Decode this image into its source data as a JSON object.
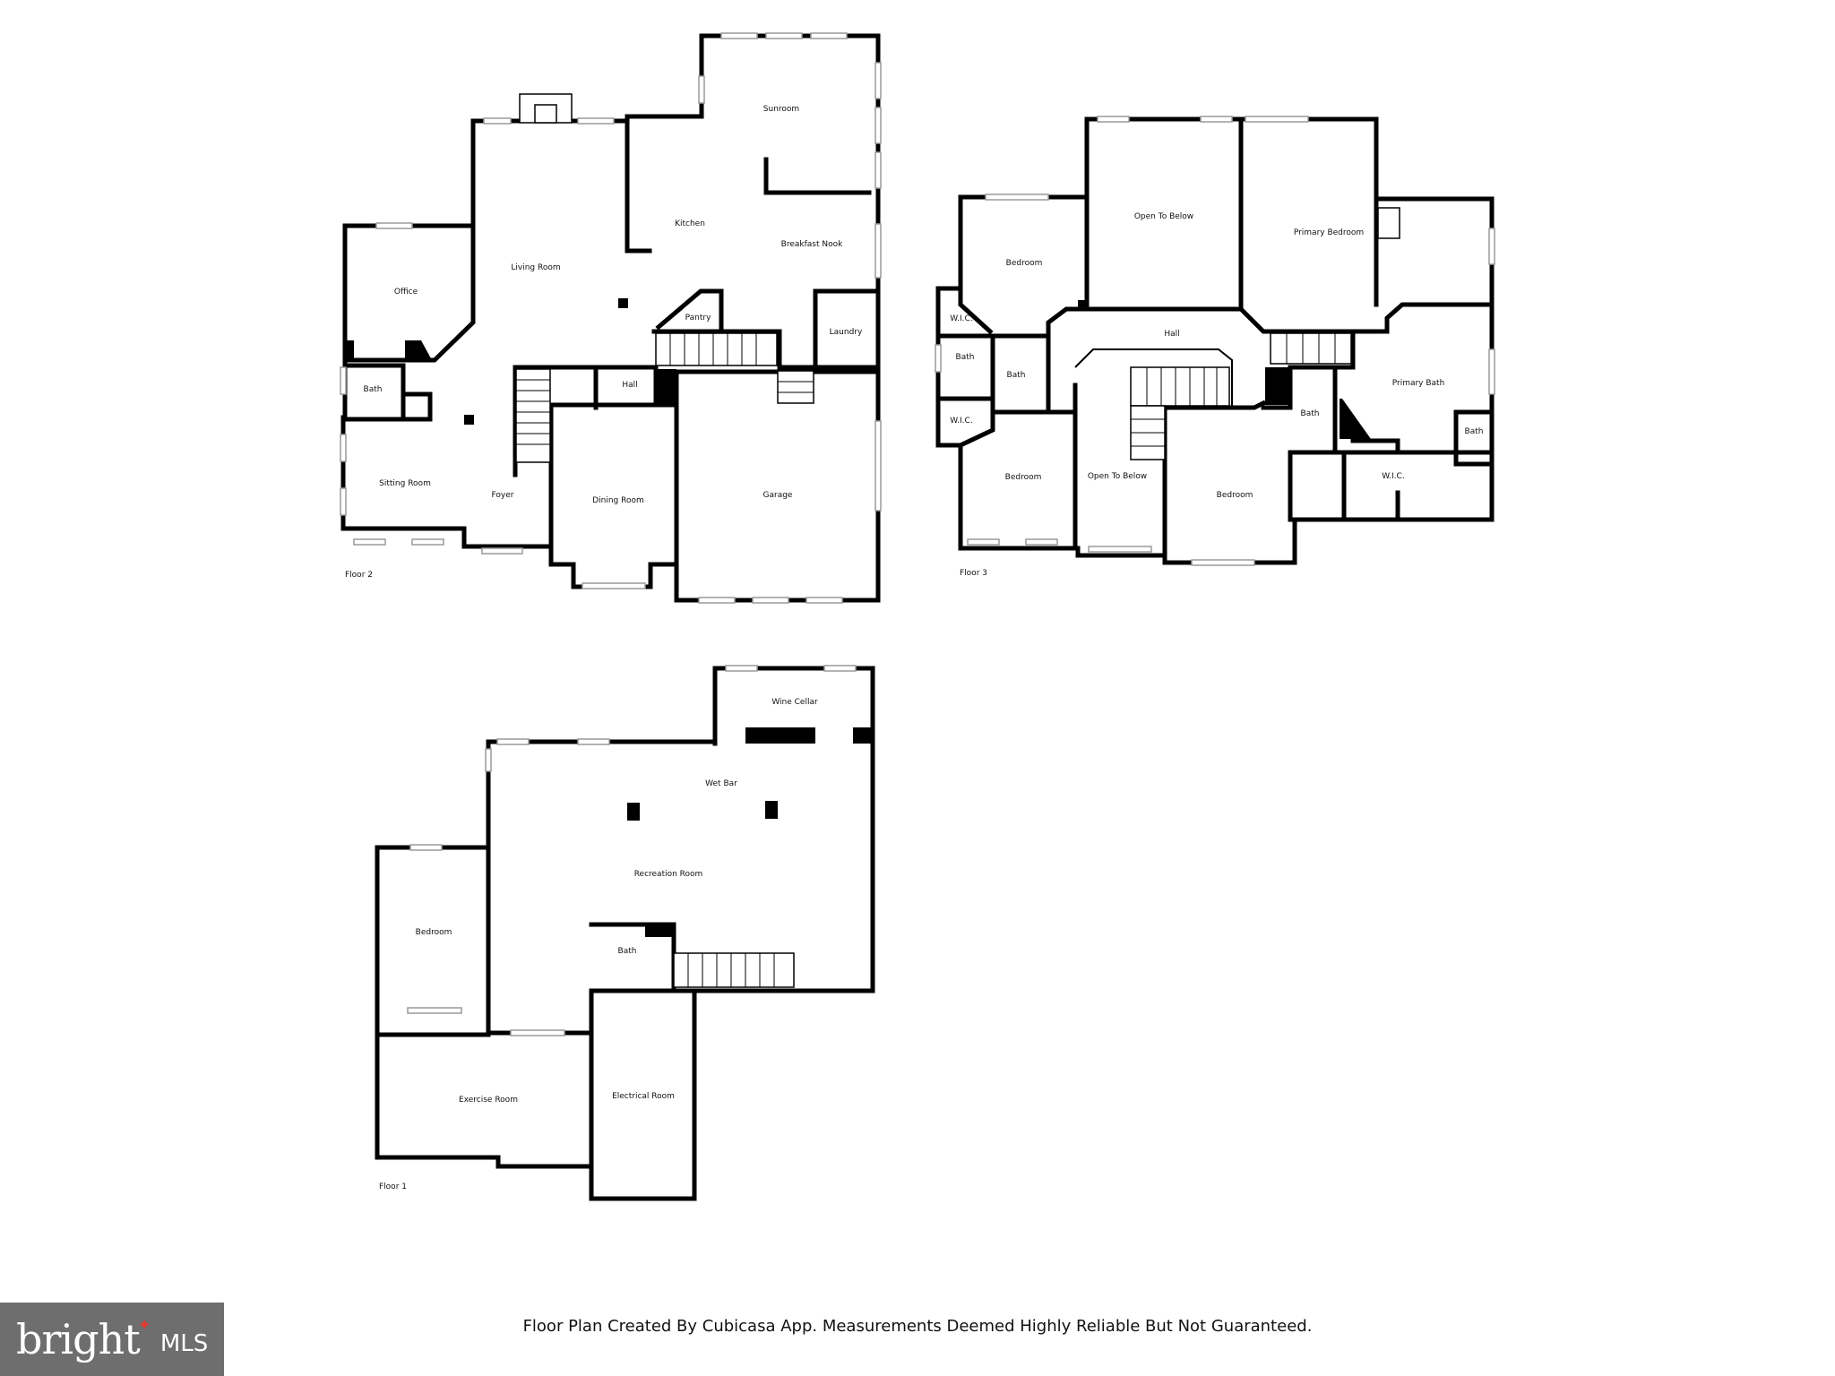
{
  "floors": {
    "floor2": {
      "label": "Floor 2",
      "rooms": {
        "sunroom": "Sunroom",
        "kitchen": "Kitchen",
        "breakfast_nook": "Breakfast Nook",
        "living_room": "Living Room",
        "office": "Office",
        "pantry": "Pantry",
        "laundry": "Laundry",
        "hall": "Hall",
        "bath": "Bath",
        "sitting_room": "Sitting Room",
        "foyer": "Foyer",
        "dining_room": "Dining Room",
        "garage": "Garage"
      }
    },
    "floor3": {
      "label": "Floor 3",
      "rooms": {
        "open_to_below_top": "Open To Below",
        "primary_bedroom": "Primary Bedroom",
        "bedroom_nw": "Bedroom",
        "wic_top": "W.I.C.",
        "hall": "Hall",
        "bath_left": "Bath",
        "bath_center": "Bath",
        "wic_bottom": "W.I.C.",
        "primary_bath": "Primary Bath",
        "bath_right": "Bath",
        "bath_small": "Bath",
        "bedroom_sw": "Bedroom",
        "open_to_below_mid": "Open To Below",
        "bedroom_s": "Bedroom",
        "wic_right": "W.I.C."
      }
    },
    "floor1": {
      "label": "Floor 1",
      "rooms": {
        "wine_cellar": "Wine Cellar",
        "wet_bar": "Wet Bar",
        "recreation_room": "Recreation Room",
        "bedroom": "Bedroom",
        "bath": "Bath",
        "exercise_room": "Exercise Room",
        "electrical_room": "Electrical Room"
      }
    }
  },
  "footer": {
    "disclaimer": "Floor Plan Created By Cubicasa App. Measurements Deemed Highly Reliable But Not Guaranteed."
  },
  "logo": {
    "word": "bright",
    "suffix": "MLS",
    "star_color": "#e03a2f",
    "background": "#6e6e6e"
  }
}
